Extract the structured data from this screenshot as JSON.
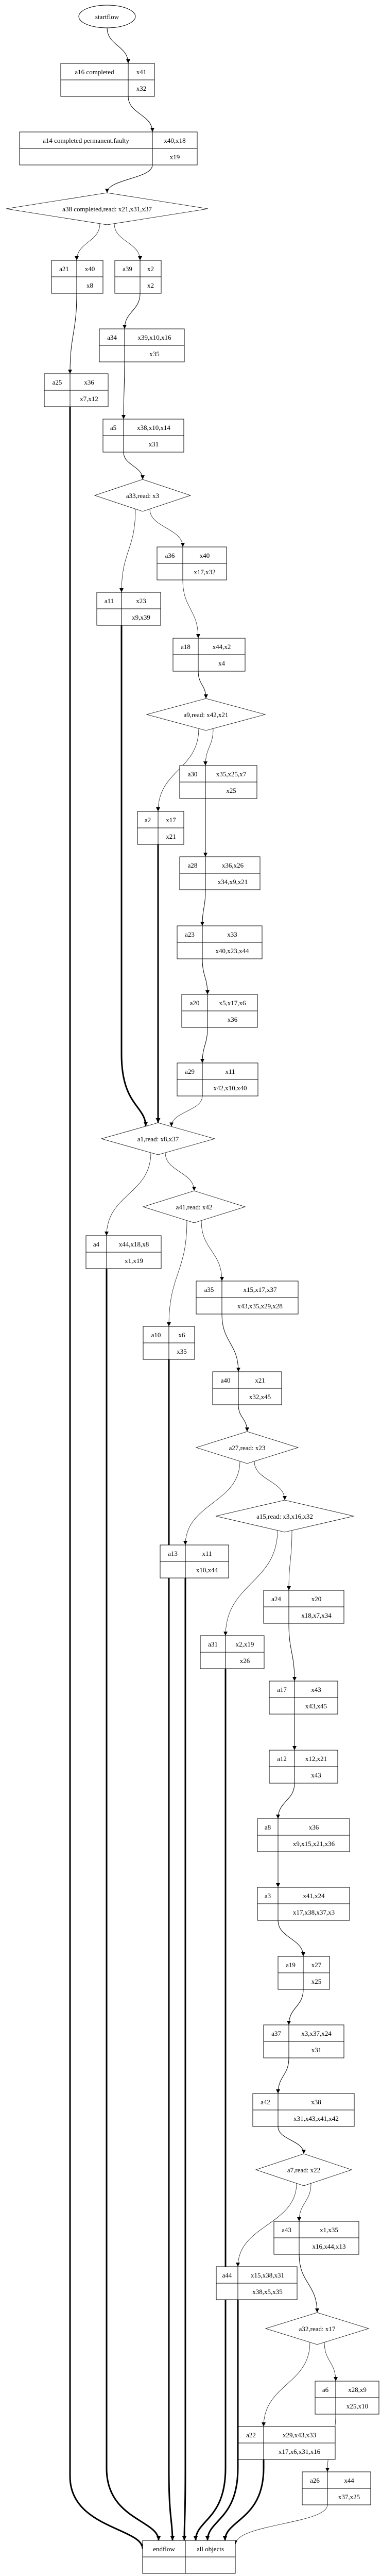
{
  "diagram": {
    "type": "workflow-dag",
    "start": {
      "id": "start",
      "label": "startflow"
    },
    "end": {
      "id": "end",
      "label": "endflow",
      "objects_label": "all objects"
    },
    "nodes": [
      {
        "id": "a16",
        "shape": "record",
        "name": "a16 completed",
        "top": "x41",
        "bottom": "x32"
      },
      {
        "id": "a14",
        "shape": "record",
        "name": "a14 completed permanent.faulty",
        "top": "x40,x18",
        "bottom": "x19"
      },
      {
        "id": "a38",
        "shape": "diamond",
        "label": "a38 completed,read: x21,x31,x37"
      },
      {
        "id": "a21",
        "shape": "record",
        "name": "a21",
        "top": "x40",
        "bottom": "x8"
      },
      {
        "id": "a39",
        "shape": "record",
        "name": "a39",
        "top": "x2",
        "bottom": "x2"
      },
      {
        "id": "a34",
        "shape": "record",
        "name": "a34",
        "top": "x39,x10,x16",
        "bottom": "x35"
      },
      {
        "id": "a25",
        "shape": "record",
        "name": "a25",
        "top": "x36",
        "bottom": "x7,x12"
      },
      {
        "id": "a5",
        "shape": "record",
        "name": "a5",
        "top": "x38,x10,x14",
        "bottom": "x31"
      },
      {
        "id": "a33",
        "shape": "diamond",
        "label": "a33,read: x3"
      },
      {
        "id": "a36",
        "shape": "record",
        "name": "a36",
        "top": "x40",
        "bottom": "x17,x32"
      },
      {
        "id": "a11",
        "shape": "record",
        "name": "a11",
        "top": "x23",
        "bottom": "x9,x39"
      },
      {
        "id": "a18",
        "shape": "record",
        "name": "a18",
        "top": "x44,x2",
        "bottom": "x4"
      },
      {
        "id": "a9",
        "shape": "diamond",
        "label": "a9,read: x42,x21"
      },
      {
        "id": "a30",
        "shape": "record",
        "name": "a30",
        "top": "x35,x25,x7",
        "bottom": "x25"
      },
      {
        "id": "a2",
        "shape": "record",
        "name": "a2",
        "top": "x17",
        "bottom": "x21"
      },
      {
        "id": "a28",
        "shape": "record",
        "name": "a28",
        "top": "x36,x26",
        "bottom": "x34,x9,x21"
      },
      {
        "id": "a23",
        "shape": "record",
        "name": "a23",
        "top": "x33",
        "bottom": "x40,x23,x44"
      },
      {
        "id": "a20",
        "shape": "record",
        "name": "a20",
        "top": "x5,x17,x6",
        "bottom": "x36"
      },
      {
        "id": "a29",
        "shape": "record",
        "name": "a29",
        "top": "x11",
        "bottom": "x42,x10,x40"
      },
      {
        "id": "a1",
        "shape": "diamond",
        "label": "a1,read: x8,x37"
      },
      {
        "id": "a41",
        "shape": "diamond",
        "label": "a41,read: x42"
      },
      {
        "id": "a4",
        "shape": "record",
        "name": "a4",
        "top": "x44,x18,x8",
        "bottom": "x1,x19"
      },
      {
        "id": "a35",
        "shape": "record",
        "name": "a35",
        "top": "x15,x17,x37",
        "bottom": "x43,x35,x29,x28"
      },
      {
        "id": "a10",
        "shape": "record",
        "name": "a10",
        "top": "x6",
        "bottom": "x35"
      },
      {
        "id": "a40",
        "shape": "record",
        "name": "a40",
        "top": "x21",
        "bottom": "x32,x45"
      },
      {
        "id": "a27",
        "shape": "diamond",
        "label": "a27,read: x23"
      },
      {
        "id": "a15",
        "shape": "diamond",
        "label": "a15,read: x3,x16,x32"
      },
      {
        "id": "a13",
        "shape": "record",
        "name": "a13",
        "top": "x11",
        "bottom": "x10,x44"
      },
      {
        "id": "a24",
        "shape": "record",
        "name": "a24",
        "top": "x20",
        "bottom": "x18,x7,x34"
      },
      {
        "id": "a31",
        "shape": "record",
        "name": "a31",
        "top": "x2,x19",
        "bottom": "x26"
      },
      {
        "id": "a17",
        "shape": "record",
        "name": "a17",
        "top": "x43",
        "bottom": "x43,x45"
      },
      {
        "id": "a12",
        "shape": "record",
        "name": "a12",
        "top": "x12,x21",
        "bottom": "x43"
      },
      {
        "id": "a8",
        "shape": "record",
        "name": "a8",
        "top": "x36",
        "bottom": "x9,x15,x21,x36"
      },
      {
        "id": "a3",
        "shape": "record",
        "name": "a3",
        "top": "x41,x24",
        "bottom": "x17,x38,x37,x3"
      },
      {
        "id": "a19",
        "shape": "record",
        "name": "a19",
        "top": "x27",
        "bottom": "x25"
      },
      {
        "id": "a37",
        "shape": "record",
        "name": "a37",
        "top": "x3,x37,x24",
        "bottom": "x31"
      },
      {
        "id": "a42",
        "shape": "record",
        "name": "a42",
        "top": "x38",
        "bottom": "x31,x43,x41,x42"
      },
      {
        "id": "a7",
        "shape": "diamond",
        "label": "a7,read: x22"
      },
      {
        "id": "a43",
        "shape": "record",
        "name": "a43",
        "top": "x1,x35",
        "bottom": "x16,x44,x13"
      },
      {
        "id": "a44",
        "shape": "record",
        "name": "a44",
        "top": "x15,x38,x31",
        "bottom": "x38,x5,x35"
      },
      {
        "id": "a32",
        "shape": "diamond",
        "label": "a32,read: x17"
      },
      {
        "id": "a6",
        "shape": "record",
        "name": "a6",
        "top": "x28,x9",
        "bottom": "x25,x10"
      },
      {
        "id": "a22",
        "shape": "record",
        "name": "a22",
        "top": "x29,x43,x33",
        "bottom": "x17,x6,x31,x16"
      },
      {
        "id": "a26",
        "shape": "record",
        "name": "a26",
        "top": "x44",
        "bottom": "x37,x25"
      }
    ],
    "edges": [
      {
        "from": "start",
        "to": "a16",
        "style": "normal"
      },
      {
        "from": "a16",
        "to": "a14",
        "style": "normal"
      },
      {
        "from": "a14",
        "to": "a38",
        "style": "normal"
      },
      {
        "from": "a38",
        "to": "a21",
        "style": "thin"
      },
      {
        "from": "a38",
        "to": "a39",
        "style": "thin"
      },
      {
        "from": "a21",
        "to": "a25",
        "style": "normal"
      },
      {
        "from": "a39",
        "to": "a34",
        "style": "normal"
      },
      {
        "from": "a34",
        "to": "a5",
        "style": "normal"
      },
      {
        "from": "a5",
        "to": "a33",
        "style": "normal"
      },
      {
        "from": "a33",
        "to": "a11",
        "style": "thin"
      },
      {
        "from": "a33",
        "to": "a36",
        "style": "thin"
      },
      {
        "from": "a36",
        "to": "a18",
        "style": "thin"
      },
      {
        "from": "a18",
        "to": "a9",
        "style": "normal"
      },
      {
        "from": "a9",
        "to": "a2",
        "style": "thin"
      },
      {
        "from": "a9",
        "to": "a30",
        "style": "thin"
      },
      {
        "from": "a30",
        "to": "a28",
        "style": "normal"
      },
      {
        "from": "a28",
        "to": "a23",
        "style": "normal"
      },
      {
        "from": "a23",
        "to": "a20",
        "style": "normal"
      },
      {
        "from": "a20",
        "to": "a29",
        "style": "normal"
      },
      {
        "from": "a11",
        "to": "a1",
        "style": "bold"
      },
      {
        "from": "a2",
        "to": "a1",
        "style": "bold"
      },
      {
        "from": "a29",
        "to": "a1",
        "style": "thin"
      },
      {
        "from": "a1",
        "to": "a4",
        "style": "thin"
      },
      {
        "from": "a1",
        "to": "a41",
        "style": "thin"
      },
      {
        "from": "a41",
        "to": "a10",
        "style": "thin"
      },
      {
        "from": "a41",
        "to": "a35",
        "style": "thin"
      },
      {
        "from": "a35",
        "to": "a40",
        "style": "normal"
      },
      {
        "from": "a40",
        "to": "a27",
        "style": "normal"
      },
      {
        "from": "a27",
        "to": "a13",
        "style": "thin"
      },
      {
        "from": "a27",
        "to": "a15",
        "style": "thin"
      },
      {
        "from": "a15",
        "to": "a31",
        "style": "thin"
      },
      {
        "from": "a15",
        "to": "a24",
        "style": "thin"
      },
      {
        "from": "a24",
        "to": "a17",
        "style": "normal"
      },
      {
        "from": "a17",
        "to": "a12",
        "style": "normal"
      },
      {
        "from": "a12",
        "to": "a8",
        "style": "normal"
      },
      {
        "from": "a8",
        "to": "a3",
        "style": "normal"
      },
      {
        "from": "a3",
        "to": "a19",
        "style": "normal"
      },
      {
        "from": "a19",
        "to": "a37",
        "style": "normal"
      },
      {
        "from": "a37",
        "to": "a42",
        "style": "normal"
      },
      {
        "from": "a42",
        "to": "a7",
        "style": "normal"
      },
      {
        "from": "a7",
        "to": "a44",
        "style": "thin"
      },
      {
        "from": "a7",
        "to": "a43",
        "style": "thin"
      },
      {
        "from": "a43",
        "to": "a32",
        "style": "normal"
      },
      {
        "from": "a32",
        "to": "a22",
        "style": "thin"
      },
      {
        "from": "a32",
        "to": "a6",
        "style": "thin"
      },
      {
        "from": "a6",
        "to": "a26",
        "style": "thin"
      },
      {
        "from": "a25",
        "to": "end",
        "style": "bold"
      },
      {
        "from": "a4",
        "to": "end",
        "style": "bold"
      },
      {
        "from": "a10",
        "to": "end",
        "style": "bold"
      },
      {
        "from": "a13",
        "to": "end",
        "style": "bold"
      },
      {
        "from": "a31",
        "to": "end",
        "style": "bold"
      },
      {
        "from": "a44",
        "to": "end",
        "style": "bold"
      },
      {
        "from": "a22",
        "to": "end",
        "style": "bold"
      },
      {
        "from": "a26",
        "to": "end",
        "style": "thin"
      }
    ]
  }
}
